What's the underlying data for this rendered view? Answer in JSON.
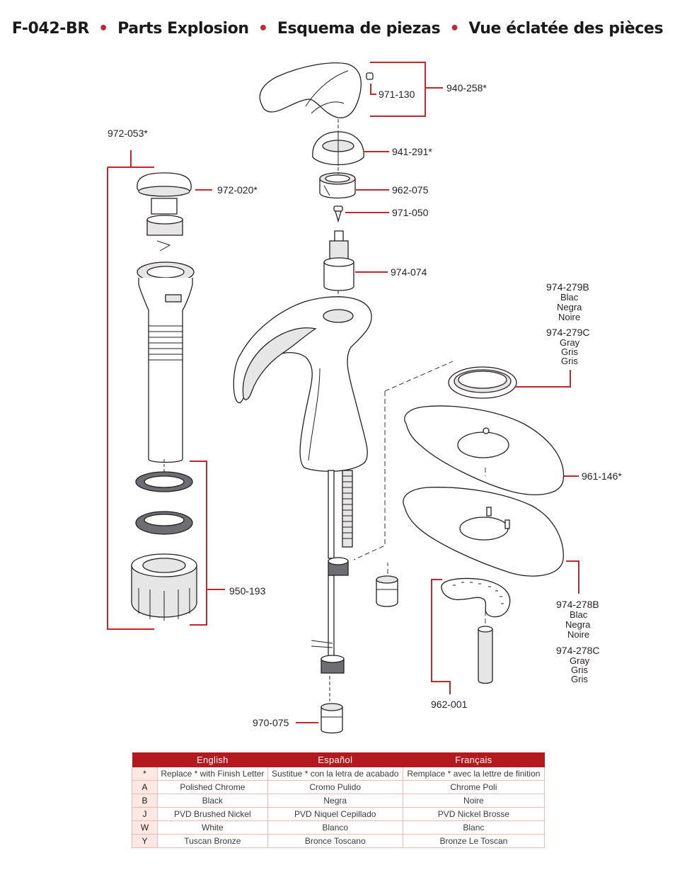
{
  "title": {
    "model": "F-042-BR",
    "en": "Parts Explosion",
    "es": "Esquema de piezas",
    "fr": "Vue éclatée des pièces",
    "separator": "•"
  },
  "parts": {
    "handle_screw": "971-130",
    "handle_kit": "940-258*",
    "cap": "941-291*",
    "bonnet_nut": "962-075",
    "set_screw": "971-050",
    "cartridge": "974-074",
    "drain_assembly": "972-053*",
    "drain_stopper": "972-020*",
    "drain_gaskets": "950-193",
    "gasket_black": "974-279B",
    "gasket_black_1": "Blac",
    "gasket_black_2": "Negra",
    "gasket_black_3": "Noire",
    "gasket_gray": "974-279C",
    "gasket_gray_1": "Gray",
    "gasket_gray_2": "Gris",
    "gasket_gray_3": "Gris",
    "escutcheon": "961-146*",
    "deckplate_black": "974-278B",
    "deckplate_black_1": "Blac",
    "deckplate_black_2": "Negra",
    "deckplate_black_3": "Noire",
    "deckplate_gray": "974-278C",
    "deckplate_gray_1": "Gray",
    "deckplate_gray_2": "Gris",
    "deckplate_gray_3": "Gris",
    "mounting_hardware": "962-001",
    "supply_adapter": "970-075"
  },
  "finish_table": {
    "headers": [
      "English",
      "Español",
      "Français"
    ],
    "rows": [
      {
        "code": "*",
        "en": "Replace * with Finish Letter",
        "es": "Sustitue * con la letra de acabado",
        "fr": "Remplace * avec la lettre de finition"
      },
      {
        "code": "A",
        "en": "Polished Chrome",
        "es": "Cromo Pulido",
        "fr": "Chrome Poli"
      },
      {
        "code": "B",
        "en": "Black",
        "es": "Negra",
        "fr": "Noire"
      },
      {
        "code": "J",
        "en": "PVD Brushed Nickel",
        "es": "PVD Niquel Cepillado",
        "fr": "PVD Nickel Brosse"
      },
      {
        "code": "W",
        "en": "White",
        "es": "Blanco",
        "fr": "Blanc"
      },
      {
        "code": "Y",
        "en": "Tuscan Bronze",
        "es": "Bronce Toscano",
        "fr": "Bronze Le Toscan"
      }
    ]
  },
  "colors": {
    "brand_red": "#b3191f",
    "callout_red": "#c1272d",
    "table_tint": "#fde8e4"
  }
}
